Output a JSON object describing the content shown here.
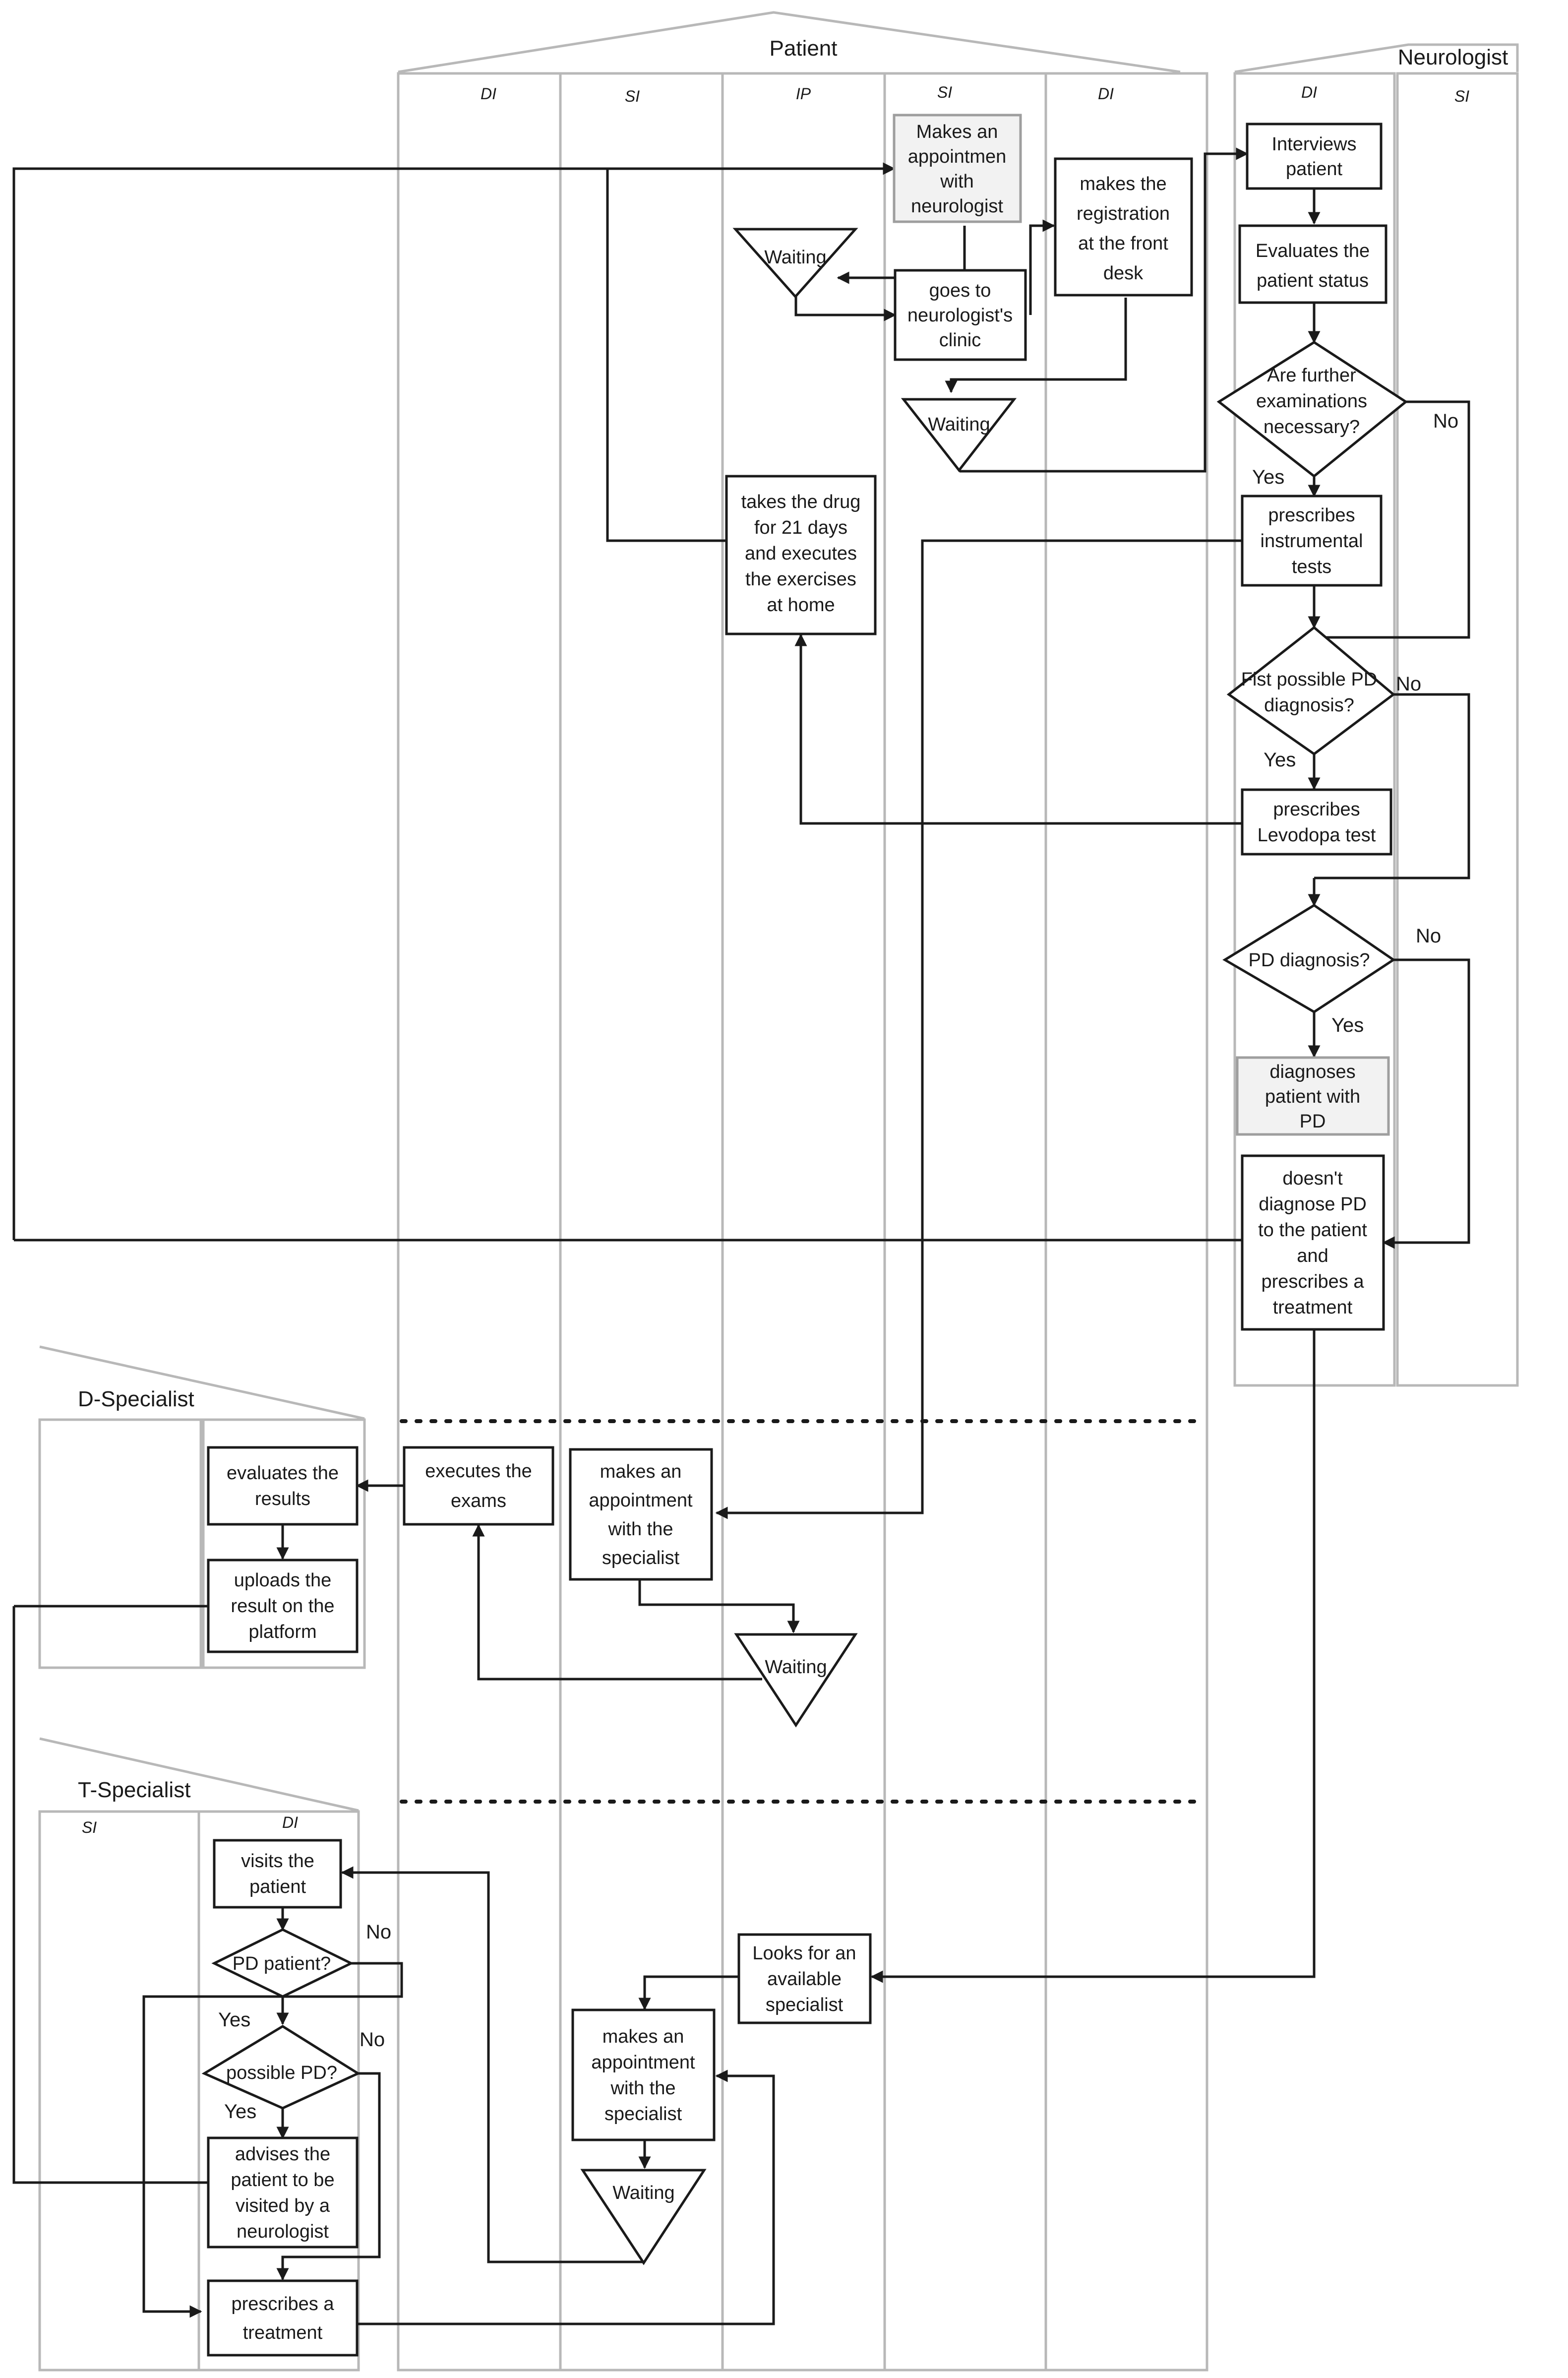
{
  "lanes": {
    "patient": "Patient",
    "neurologist": "Neurologist",
    "d_specialist": "D-Specialist",
    "t_specialist": "T-Specialist"
  },
  "sublanes": {
    "di": "DI",
    "si": "SI",
    "ip": "IP"
  },
  "nodes": {
    "makes_appointment_neurologist": [
      "Makes an",
      "appointmen",
      "with",
      "neurologist"
    ],
    "waiting_1": [
      "Waiting"
    ],
    "goes_to_clinic": [
      "goes to",
      "neurologist's",
      "clinic"
    ],
    "registration": [
      "makes the",
      "registration",
      "at the front",
      "desk"
    ],
    "waiting_2": [
      "Waiting"
    ],
    "interviews_patient": [
      "Interviews",
      "patient"
    ],
    "evaluates_status": [
      "Evaluates the",
      "patient status"
    ],
    "further_exams": [
      "Are further",
      "examinations",
      "necessary?"
    ],
    "prescribes_tests": [
      "prescribes",
      "instrumental",
      "tests"
    ],
    "first_possible_pd": [
      "Fist possible PD",
      "diagnosis?"
    ],
    "prescribes_levodopa": [
      "prescribes",
      "Levodopa test"
    ],
    "takes_drug": [
      "takes the drug",
      "for 21 days",
      "and executes",
      "the exercises",
      "at home"
    ],
    "pd_diagnosis": [
      "PD diagnosis?"
    ],
    "diagnoses_pd": [
      "diagnoses",
      "patient with",
      "PD"
    ],
    "doesnt_diagnose": [
      "doesn't",
      "diagnose PD",
      "to the patient",
      "and",
      "prescribes a",
      "treatment"
    ],
    "evaluates_results": [
      "evaluates the",
      "results"
    ],
    "uploads_result": [
      "uploads the",
      "result on the",
      "platform"
    ],
    "executes_exams": [
      "executes the",
      "exams"
    ],
    "appointment_specialist_1": [
      "makes an",
      "appointment",
      "with the",
      "specialist"
    ],
    "waiting_3": [
      "Waiting"
    ],
    "visits_patient": [
      "visits the",
      "patient"
    ],
    "pd_patient": [
      "PD patient?"
    ],
    "possible_pd": [
      "possible PD?"
    ],
    "advises_patient": [
      "advises the",
      "patient to be",
      "visited by a",
      "neurologist"
    ],
    "prescribes_treatment": [
      "prescribes a",
      "treatment"
    ],
    "looks_for_specialist": [
      "Looks for an",
      "available",
      "specialist"
    ],
    "appointment_specialist_2": [
      "makes an",
      "appointment",
      "with the",
      "specialist"
    ],
    "waiting_4": [
      "Waiting"
    ]
  },
  "edge_labels": {
    "yes": "Yes",
    "no": "No"
  }
}
